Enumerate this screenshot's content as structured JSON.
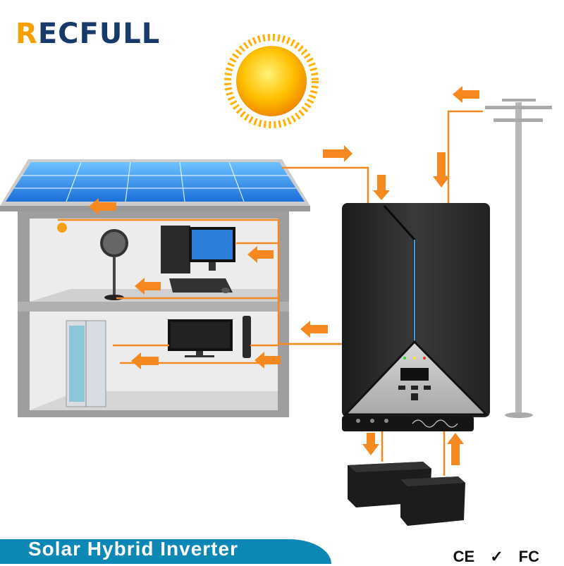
{
  "brand": {
    "logo_text": "RECFULL",
    "logo_accent_letter": "R"
  },
  "footer": {
    "title": "Solar Hybrid Inverter",
    "certifications": [
      "CE",
      "✓",
      "FC"
    ]
  },
  "colors": {
    "flow_arrow": "#f5891f",
    "banner_dark": "#0d87b3",
    "banner_light": "#7cc8d6",
    "logo_blue": "#173a6b",
    "logo_orange": "#f5a000"
  },
  "components": [
    "sun",
    "solar-panel",
    "house",
    "inverter",
    "utility-pole",
    "battery",
    "battery"
  ]
}
